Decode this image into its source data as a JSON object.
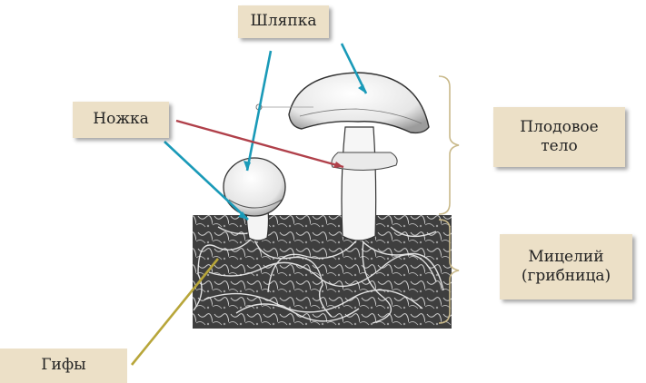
{
  "labels": {
    "cap": "Шляпка",
    "stem": "Ножка",
    "fruiting_body": "Плодовое\nтело",
    "mycelium": "Мицелий\n(грибница)",
    "hyphae": "Гифы"
  },
  "colors": {
    "label_bg": "#ece0c7",
    "pointer_blue": "#1a9ab8",
    "pointer_red": "#b0404a",
    "pointer_yellow": "#b8a63a",
    "brace": "#c9b98a",
    "soil": "#4a4a4a"
  }
}
